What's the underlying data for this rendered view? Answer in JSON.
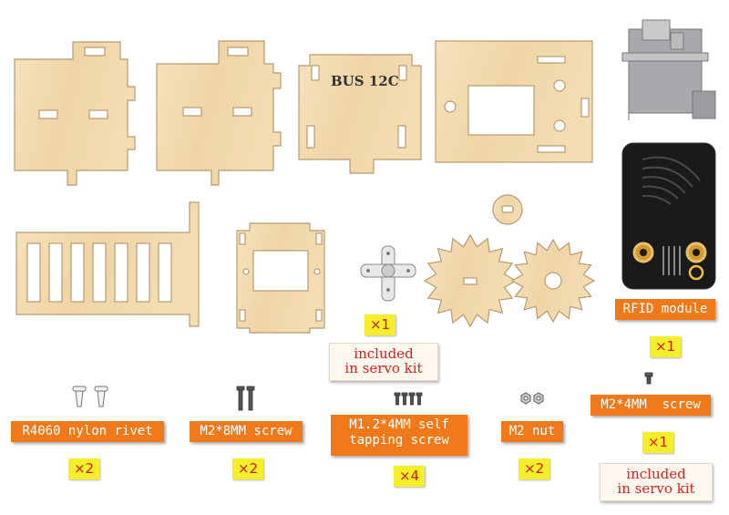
{
  "panel_text": "BUS 12C",
  "labels": {
    "rfid": "RFID module",
    "rivet": "R4060 nylon rivet",
    "m2_8": "M2*8MM screw",
    "m12_4": "M1.2*4MM self\ntapping screw",
    "m2nut": "M2 nut",
    "m2_4": "M2*4MM  screw"
  },
  "counts": {
    "horn": "×1",
    "rfid": "×1",
    "rivet": "×2",
    "m2_8": "×2",
    "m12_4": "×4",
    "m2nut": "×2",
    "m2_4": "×1"
  },
  "notes": {
    "horn": "included\nin servo kit",
    "m2_4": "included\nin servo kit"
  },
  "colors": {
    "wood": "#f3dcb2",
    "wood_stroke": "#b89a70",
    "label_bg": "#f07a1a",
    "count_bg": "#f5ee2a"
  },
  "icons": [
    "servo-icon",
    "rfid-board-icon",
    "servo-horn-icon",
    "gear-icon",
    "rivet-icon",
    "screw-icon",
    "nut-icon"
  ]
}
